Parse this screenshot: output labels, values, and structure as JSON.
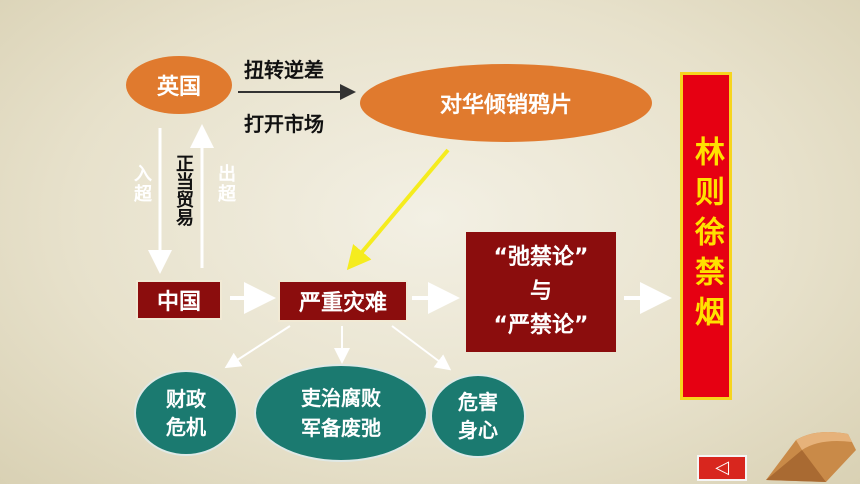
{
  "nodes": {
    "britain": "英国",
    "opium": "对华倾销鸦片",
    "china": "中国",
    "disaster": "严重灾难",
    "debate_line1": "“弛禁论”",
    "debate_line2": "与",
    "debate_line3": "“严禁论”",
    "lin": "林则徐禁烟",
    "finance_line1": "财政",
    "finance_line2": "危机",
    "corruption_line1": "吏治腐败",
    "corruption_line2": "军备废弛",
    "health_line1": "危害",
    "health_line2": "身心"
  },
  "labels": {
    "reverse_deficit": "扭转逆差",
    "open_market": "打开市场",
    "import_surplus": "入超",
    "export_surplus": "出超",
    "legit_trade": "正当贸易"
  },
  "controls": {
    "back_icon": "◁"
  },
  "colors": {
    "orange": "#e07a2e",
    "dark_red": "#8b0d0d",
    "teal": "#1b7a70",
    "red": "#e60012",
    "yellow_arrow": "#f5ec1e"
  }
}
